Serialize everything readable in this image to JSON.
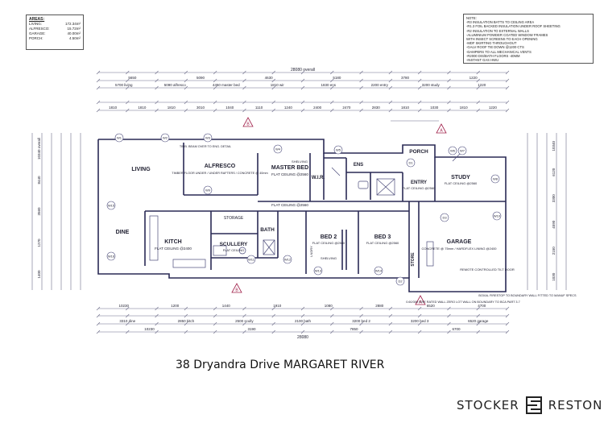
{
  "areas": {
    "title": "AREAS:",
    "rows": [
      {
        "label": "LIVING:",
        "value": "172.34m²"
      },
      {
        "label": "ALFRESCO:",
        "value": "15.72m²"
      },
      {
        "label": "GARAGE:",
        "value": "40.00m²"
      },
      {
        "label": "PORCH:",
        "value": "4.50m²"
      }
    ]
  },
  "notes": [
    "NOTE:",
    "-R3 INSULATION BATTS TO CEILING AREA",
    "-R1.3 FOIL BACKED INSULATION UNDER ROOF SHEETING",
    "-R2 INSULATION TO EXTERNAL WALLS",
    "-ALUMINIUM POWDER COATED WINDOW FRAMES",
    "  WITH INSECT SCREENS TO EACH OPENING",
    "-MDF SKIRTING THROUGHOUT",
    "-GALV ROOF TIE DOWN @1200 CTS",
    "-DAMPERS TO ALL MECHANICAL VENTS",
    "-R2000 DIS/BATH FLOORS -40MM",
    "-INSTANT GAS HWU"
  ],
  "rooms": {
    "living": "LIVING",
    "alfresco": "ALFRESCO",
    "alfresco_note": "TIMBER FLOOR UNDER / UNDER RAFTERS / CONCRETE @ 40mm",
    "alfresco_beam": "TIMB. BEAM OVER TO ENG. DETAIL",
    "master_bed": "MASTER BED",
    "master_bed_ceiling": "FLAT CEILING @2560",
    "wir": "W.I.R.",
    "ens": "ENS",
    "porch": "PORCH",
    "entry": "ENTRY",
    "entry_ceiling": "FLAT CEILING @2560",
    "study": "STUDY",
    "study_ceiling": "FLAT CEILING @2560",
    "dine": "DINE",
    "kitchen": "KITCH",
    "kitchen_ceiling": "FLAT CEILING @2400",
    "scullery": "SCULLERY",
    "scullery_ceiling": "FLAT CEILING",
    "storage": "STORAGE",
    "bath": "BATH",
    "bed2": "BED 2",
    "bed2_ceiling": "FLAT CEILING @2560",
    "bed3": "BED 3",
    "bed3_ceiling": "FLAT CEILING @2560",
    "garage": "GARAGE",
    "garage_note": "CONCRETE @ 75mm / HARDFLEX LINING @2400",
    "store": "STORE",
    "lndry": "LNDRY",
    "hall_ceiling": "FLAT CEILING @2560",
    "shelving": "SHELVING",
    "door_note": "REMOTE CONTROLLED TILT DOOR",
    "firewall_note": "0.60/300 FIRE RATED WALL ZERO LOT WALL ON BOUNDARY TO BCA PART 3.7",
    "boundary_note": "BOXAL FIRESTOP TO BOUNDARY WALL FITTED TO MANUF SPECS"
  },
  "dims": {
    "top_overall": "28080 overall",
    "bottom_overall": "28080",
    "top_row1": [
      "5650",
      "5090",
      "4630",
      "5180",
      "3780",
      "1220"
    ],
    "top_row2": [
      "5700 living",
      "5090 alfresco",
      "4450 master bed",
      "1810 wir",
      "1830 ens",
      "2200 entry",
      "3200 study",
      "1220"
    ],
    "top_row3": [
      "1810",
      "1810",
      "1810",
      "3010",
      "1040",
      "1110",
      "1240",
      "2400",
      "2470",
      "2830",
      "1810",
      "1030",
      "1810",
      "1220"
    ],
    "bottom_row1": [
      "10230",
      "1200",
      "1440",
      "1910",
      "1080",
      "2880",
      "6520",
      "4700"
    ],
    "bottom_row2": [
      "3310 dine",
      "2850 kitch",
      "2500 scully",
      "2100 bath",
      "3200 bed 2",
      "3200 bed 3",
      "6520 garage"
    ],
    "bottom_row3": [
      "10230",
      "3190",
      "7850",
      "6700"
    ],
    "left_side": [
      "10340 overall",
      "8440",
      "3560",
      "1270",
      "1400"
    ],
    "right_side": [
      "10340",
      "6120",
      "3300",
      "4590",
      "2150",
      "1030"
    ]
  },
  "markers": [
    "W1",
    "W2",
    "W3",
    "W4",
    "W5",
    "W6",
    "W7",
    "W8",
    "W9",
    "W10",
    "W11",
    "W12",
    "W13",
    "W14",
    "W15",
    "W16",
    "D1",
    "D2",
    "D3"
  ],
  "section_labels": [
    "A",
    "A",
    "B",
    "B"
  ],
  "caption": "38 Dryandra Drive MARGARET RIVER",
  "logo": {
    "left": "STOCKER",
    "right": "RESTON"
  }
}
